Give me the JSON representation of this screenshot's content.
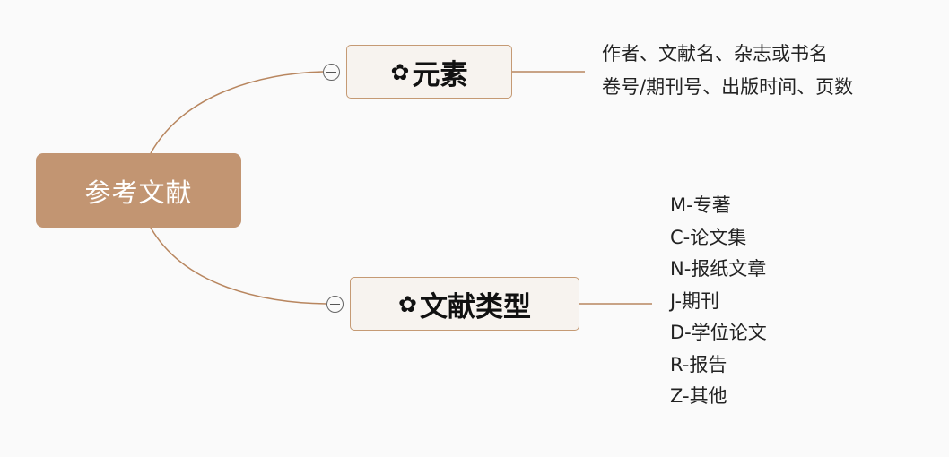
{
  "mindmap": {
    "root": {
      "label": "参考文献"
    },
    "branches": [
      {
        "label": "元素",
        "icon": "flower-icon",
        "leaves": [
          "作者、文献名、杂志或书名",
          "卷号/期刊号、出版时间、页数"
        ]
      },
      {
        "label": "文献类型",
        "icon": "flower-icon",
        "leaves": [
          "M-专著",
          "C-论文集",
          "N-报纸文章",
          "J-期刊",
          "D-学位论文",
          "R-报告",
          "Z-其他"
        ]
      }
    ],
    "colors": {
      "root_fill": "#c29572",
      "connector": "#b8865f",
      "branch_border": "#c59a74",
      "branch_fill": "#f7f3ef"
    }
  }
}
